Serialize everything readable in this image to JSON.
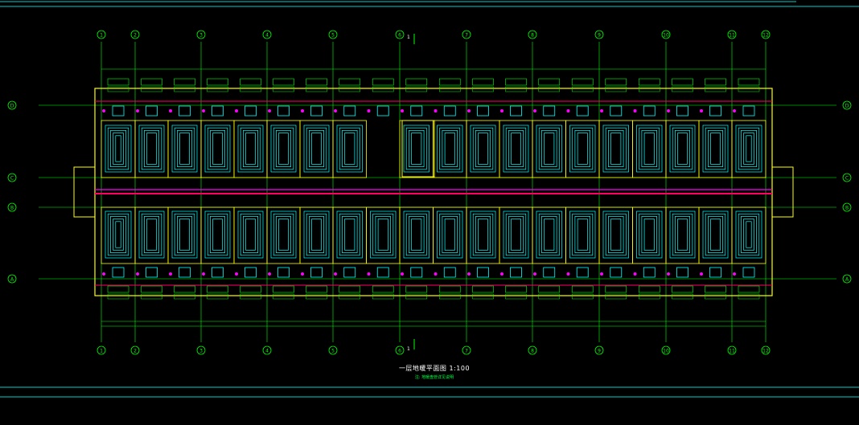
{
  "drawing": {
    "title": "一层地暖平面图 1:100",
    "subtitle": "注: 地暖盘管详见说明"
  },
  "axes": {
    "columns": [
      "1",
      "2",
      "3",
      "4",
      "5",
      "6",
      "7",
      "8",
      "9",
      "10",
      "11",
      "12"
    ],
    "rows": [
      "D",
      "C",
      "B",
      "A"
    ]
  },
  "section_marks": {
    "top": "1",
    "bottom": "1"
  },
  "colors": {
    "background": "#000000",
    "axis_grid": "#00ff00",
    "walls": "#ffff00",
    "heating_coil": "#00ffff",
    "supply_pipe": "#ff0066",
    "return_pipe": "#ff00ff",
    "labels": "#00ff00",
    "frame": "#00cccc",
    "title": "#ffffff"
  }
}
